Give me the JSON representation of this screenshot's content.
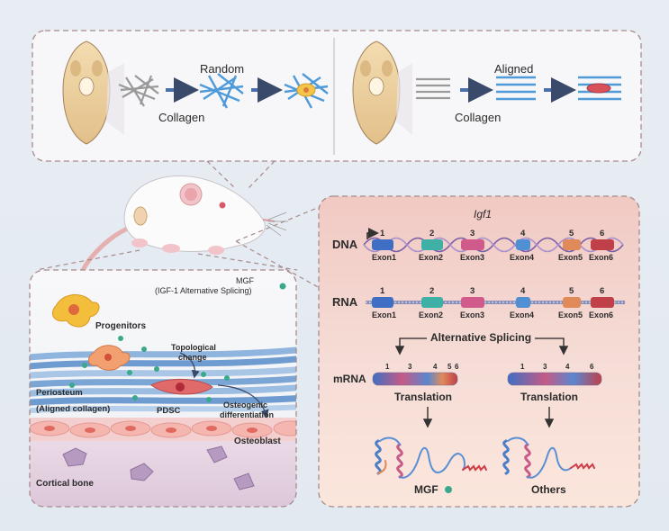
{
  "top_panel": {
    "left": {
      "state_label": "Random",
      "collagen_label": "Collagen"
    },
    "right": {
      "state_label": "Aligned",
      "collagen_label": "Collagen"
    }
  },
  "left_panel": {
    "legend_title": "MGF",
    "legend_subtitle": "(IGF-1 Alternative Splicing)",
    "progenitors_label": "Progenitors",
    "topological_line1": "Topological",
    "topological_line2": "change",
    "periosteum_label": "Periosteum",
    "aligned_collagen_label": "(Aligned collagen)",
    "pdsc_label": "PDSC",
    "osteogenic_line1": "Osteogenic",
    "osteogenic_line2": "differentiation",
    "osteoblast_label": "Osteoblast",
    "cortical_bone_label": "Cortical bone"
  },
  "right_panel": {
    "gene_title": "Igf1",
    "dna_label": "DNA",
    "rna_label": "RNA",
    "exon_numbers": [
      "1",
      "2",
      "3",
      "4",
      "5",
      "6"
    ],
    "exon_names": [
      "Exon1",
      "Exon2",
      "Exon3",
      "Exon4",
      "Exon5",
      "Exon6"
    ],
    "alternative_splicing": "Alternative Splicing",
    "mrna_label": "mRNA",
    "mrna_left_numbers": [
      "1",
      "3",
      "4",
      "5",
      "6"
    ],
    "mrna_right_numbers": [
      "1",
      "3",
      "4",
      "6"
    ],
    "translation_left": "Translation",
    "translation_right": "Translation",
    "product_left": "MGF",
    "product_right": "Others"
  },
  "colors": {
    "exon1": "#3f6fc4",
    "exon2": "#3fb0a6",
    "exon3": "#d05a8a",
    "exon4": "#4f8fd4",
    "exon5": "#e08a5a",
    "exon6": "#c0404a",
    "mgf_dot": "#3aa88a",
    "collagen_blue": "#4f9ad8"
  }
}
